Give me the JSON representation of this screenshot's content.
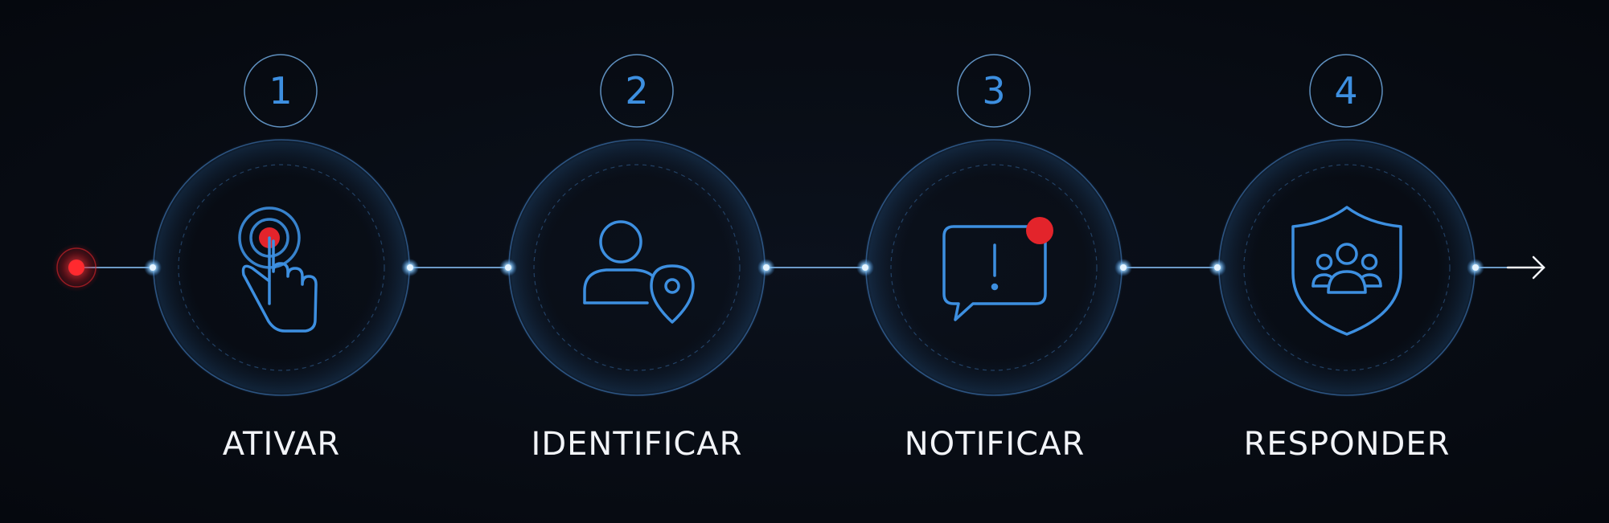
{
  "steps": [
    {
      "number": "1",
      "label": "ATIVAR",
      "icon": "tap-hand-icon"
    },
    {
      "number": "2",
      "label": "IDENTIFICAR",
      "icon": "user-location-icon"
    },
    {
      "number": "3",
      "label": "NOTIFICAR",
      "icon": "alert-message-icon"
    },
    {
      "number": "4",
      "label": "RESPONDER",
      "icon": "team-shield-icon"
    }
  ],
  "colors": {
    "background": "#070b12",
    "accent_blue": "#3d8fe0",
    "node_glow": "#9fd6ff",
    "alert_red": "#e3242b",
    "label_white": "#f2f4f8"
  }
}
